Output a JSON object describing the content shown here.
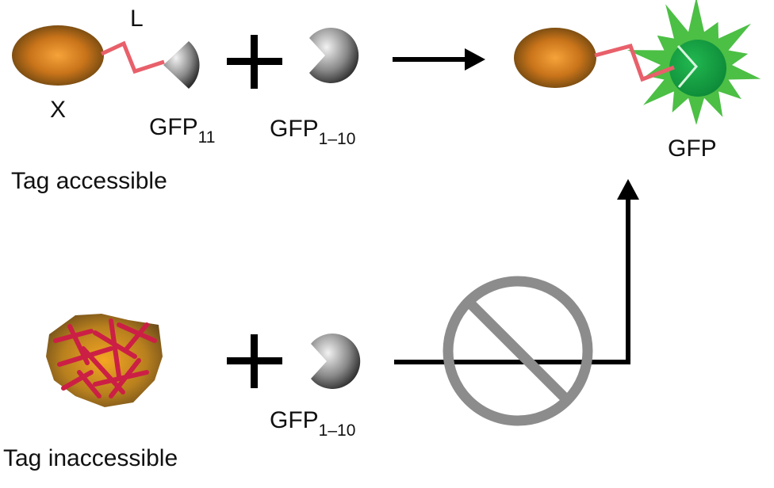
{
  "labels": {
    "linker": "L",
    "protein": "X",
    "gfp11_main": "GFP",
    "gfp11_sub": "11",
    "gfp110_main": "GFP",
    "gfp110_sub": "1–10",
    "gfp_product": "GFP",
    "tag_accessible": "Tag accessible",
    "tag_inaccessible": "Tag inaccessible"
  },
  "colors": {
    "protein_center": "#f39a2c",
    "protein_edge": "#6b4510",
    "linker": "#e8606a",
    "fragment_light": "#e6e6e6",
    "fragment_dark": "#3a3a3a",
    "gfp_star": "#4cbf45",
    "gfp_core": "#17a64a",
    "prohibition": "#8c8c8c",
    "aggregate_fiber": "#cc1f45"
  }
}
